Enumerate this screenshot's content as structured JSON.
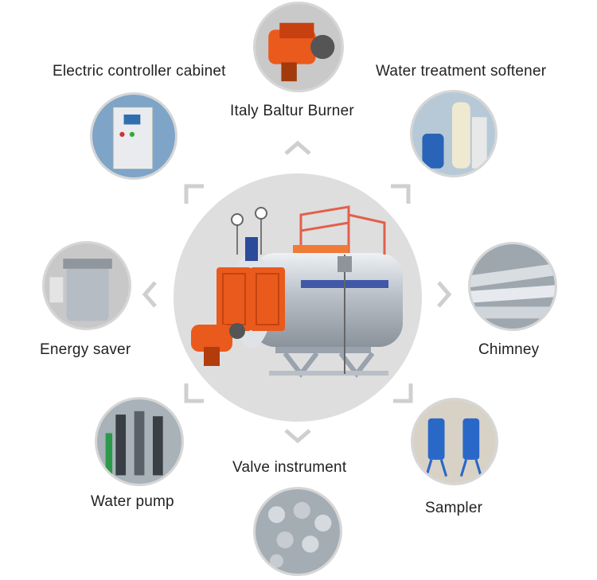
{
  "components": [
    {
      "id": "burner",
      "label": "Italy Baltur Burner"
    },
    {
      "id": "controller",
      "label": "Electric controller cabinet"
    },
    {
      "id": "softener",
      "label": "Water treatment softener"
    },
    {
      "id": "saver",
      "label": "Energy saver"
    },
    {
      "id": "chimney",
      "label": "Chimney"
    },
    {
      "id": "pump",
      "label": "Water pump"
    },
    {
      "id": "valve",
      "label": "Valve instrument"
    },
    {
      "id": "sampler",
      "label": "Sampler"
    }
  ],
  "colors": {
    "accent": "#ea5a1c",
    "disc": "#dedede",
    "arrow": "#cfcfcf"
  }
}
